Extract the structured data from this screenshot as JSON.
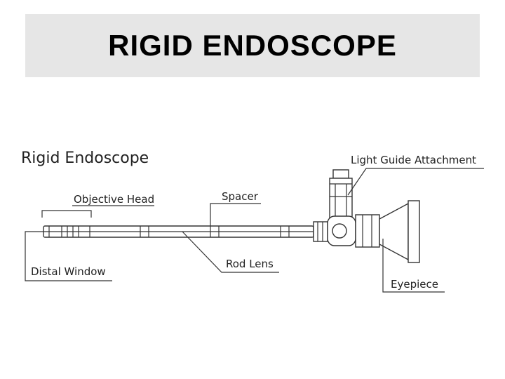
{
  "slide": {
    "title": "RIGID ENDOSCOPE"
  },
  "diagram": {
    "heading": "Rigid Endoscope",
    "labels": {
      "objective_head": "Objective Head",
      "spacer": "Spacer",
      "light_guide": "Light Guide Attachment",
      "distal_window": "Distal Window",
      "rod_lens": "Rod Lens",
      "eyepiece": "Eyepiece"
    }
  }
}
